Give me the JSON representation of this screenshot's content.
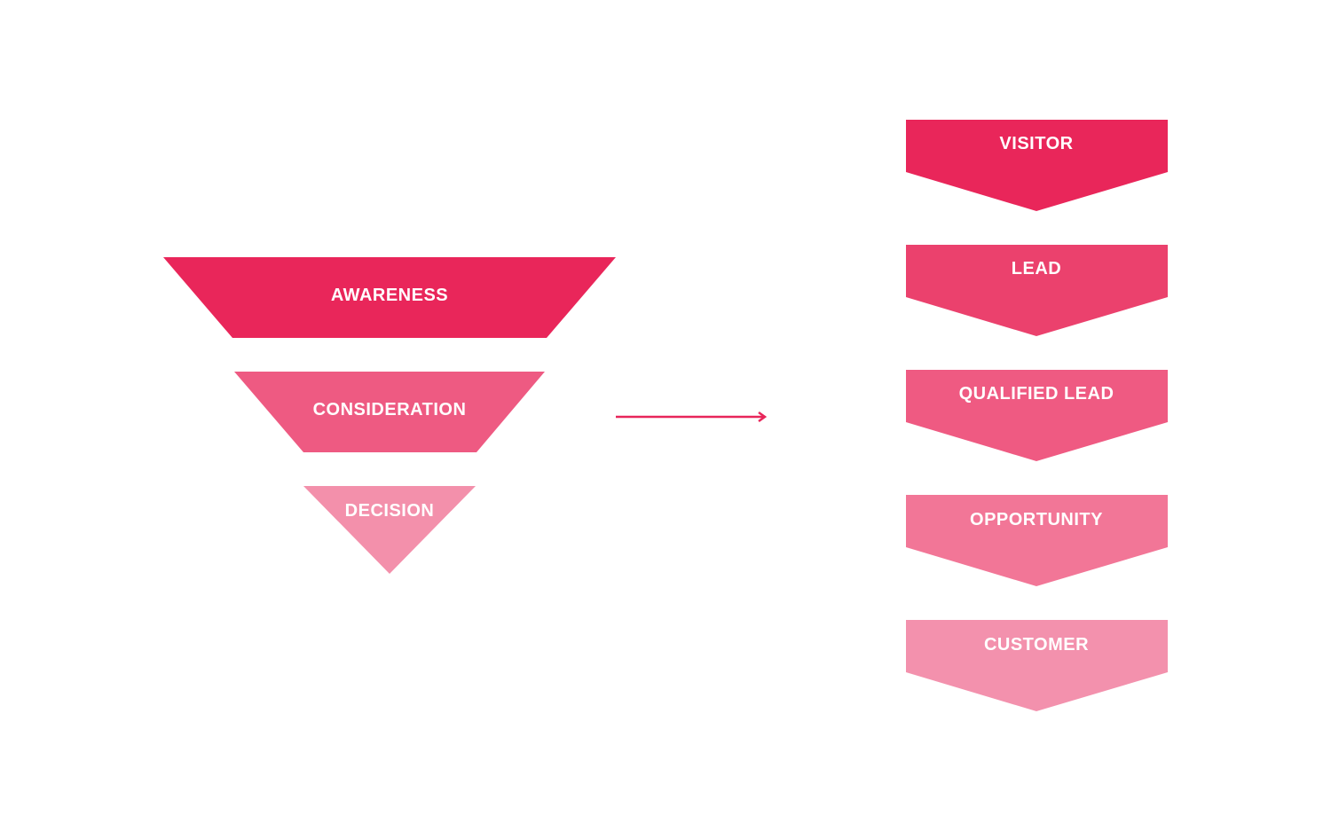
{
  "colors": {
    "arrow": "#E8265A",
    "text": "#FFFFFF"
  },
  "funnel": {
    "stages": [
      {
        "label": "AWARENESS",
        "color": "#E9265A"
      },
      {
        "label": "CONSIDERATION",
        "color": "#EE5A82"
      },
      {
        "label": "DECISION",
        "color": "#F390AB"
      }
    ]
  },
  "pipeline": {
    "stages": [
      {
        "label": "VISITOR",
        "color": "#E9265A"
      },
      {
        "label": "LEAD",
        "color": "#EB416D"
      },
      {
        "label": "QUALIFIED LEAD",
        "color": "#EF5A82"
      },
      {
        "label": "OPPORTUNITY",
        "color": "#F27697"
      },
      {
        "label": "CUSTOMER",
        "color": "#F391AD"
      }
    ]
  }
}
